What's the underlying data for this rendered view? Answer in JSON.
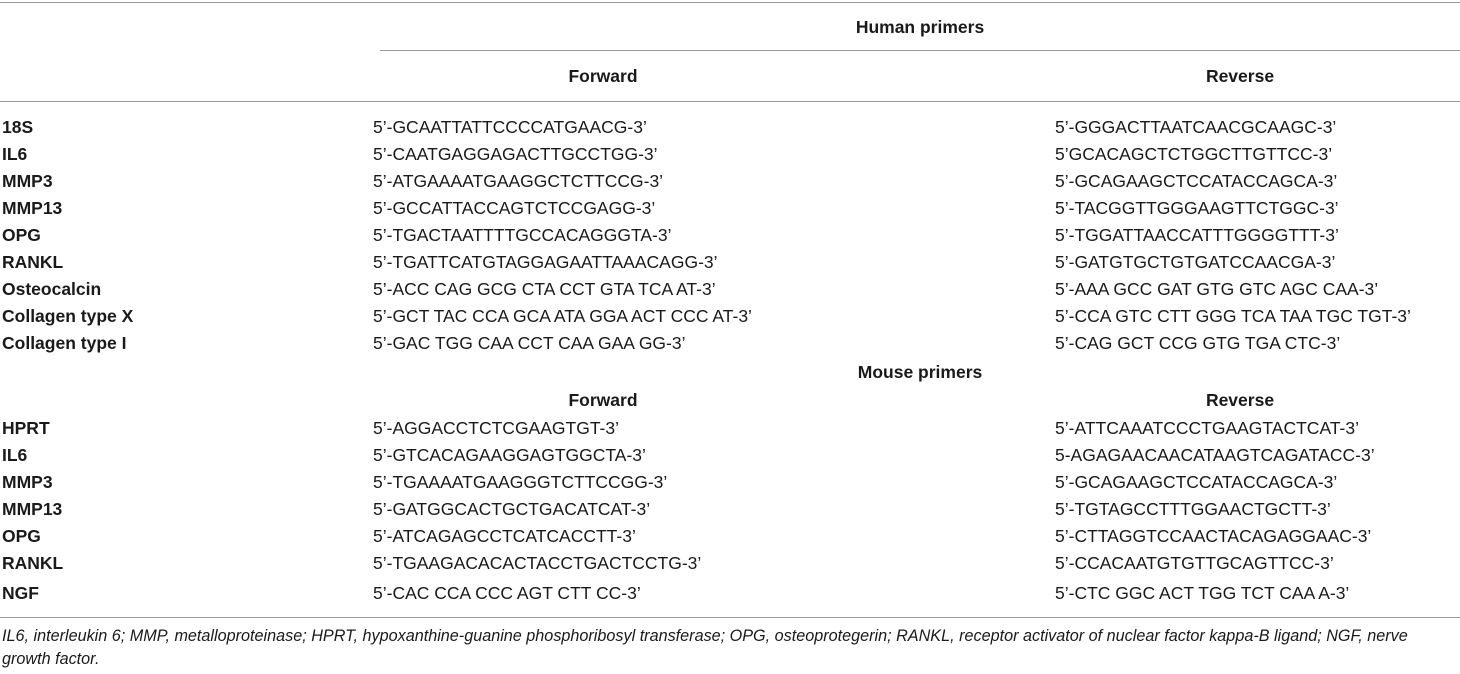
{
  "human": {
    "title": "Human primers",
    "forward_header": "Forward",
    "reverse_header": "Reverse",
    "rows": [
      {
        "gene": "18S",
        "forward": "5’-GCAATTATTCCCCATGAACG-3’",
        "reverse": "5’-GGGACTTAATCAACGCAAGC-3’"
      },
      {
        "gene": "IL6",
        "forward": "5’-CAATGAGGAGACTTGCCTGG-3’",
        "reverse": "5’GCACAGCTCTGGCTTGTTCC-3’"
      },
      {
        "gene": "MMP3",
        "forward": "5’-ATGAAAATGAAGGCTCTTCCG-3’",
        "reverse": "5’-GCAGAAGCTCCATACCAGCA-3’"
      },
      {
        "gene": "MMP13",
        "forward": "5’-GCCATTACCAGTCTCCGAGG-3’",
        "reverse": "5’-TACGGTTGGGAAGTTCTGGC-3’"
      },
      {
        "gene": "OPG",
        "forward": "5’-TGACTAATTTTGCCACAGGGTA-3’",
        "reverse": "5’-TGGATTAACCATTTGGGGTTT-3’"
      },
      {
        "gene": "RANKL",
        "forward": "5’-TGATTCATGTAGGAGAATTAAACAGG-3’",
        "reverse": "5’-GATGTGCTGTGATCCAACGA-3’"
      },
      {
        "gene": "Osteocalcin",
        "forward": "5’-ACC CAG GCG CTA CCT GTA TCA AT-3’",
        "reverse": "5’-AAA GCC GAT GTG GTC AGC CAA-3’"
      },
      {
        "gene": "Collagen type X",
        "forward": "5’-GCT TAC CCA GCA ATA GGA ACT CCC AT-3’",
        "reverse": "5’-CCA GTC CTT GGG TCA TAA TGC TGT-3’"
      },
      {
        "gene": "Collagen type I",
        "forward": "5’-GAC TGG CAA CCT CAA GAA GG-3’",
        "reverse": "5’-CAG GCT CCG GTG TGA CTC-3’"
      }
    ]
  },
  "mouse": {
    "title": "Mouse primers",
    "forward_header": "Forward",
    "reverse_header": "Reverse",
    "rows": [
      {
        "gene": "HPRT",
        "forward": "5’-AGGACCTCTCGAAGTGT-3’",
        "reverse": "5’-ATTCAAATCCCTGAAGTACTCAT-3’"
      },
      {
        "gene": "IL6",
        "forward": "5’-GTCACAGAAGGAGTGGCTA-3’",
        "reverse": "5-AGAGAACAACATAAGTCAGATACC-3’"
      },
      {
        "gene": "MMP3",
        "forward": "5’-TGAAAATGAAGGGTCTTCCGG-3’",
        "reverse": "5’-GCAGAAGCTCCATACCAGCA-3’"
      },
      {
        "gene": "MMP13",
        "forward": "5’-GATGGCACTGCTGACATCAT-3’",
        "reverse": "5’-TGTAGCCTTTGGAACTGCTT-3’"
      },
      {
        "gene": "OPG",
        "forward": "5’-ATCAGAGCCTCATCACCTT-3’",
        "reverse": "5’-CTTAGGTCCAACTACAGAGGAAC-3’"
      },
      {
        "gene": "RANKL",
        "forward": "5’-TGAAGACACACTACCTGACTCCTG-3’",
        "reverse": "5’-CCACAATGTGTTGCAGTTCC-3’"
      },
      {
        "gene": "NGF",
        "forward": "5’-CAC CCA CCC AGT CTT CC-3’",
        "reverse": "5’-CTC GGC ACT TGG TCT CAA A-3’"
      }
    ]
  },
  "footnote": "IL6, interleukin 6; MMP, metalloproteinase; HPRT, hypoxanthine-guanine phosphoribosyl transferase; OPG, osteoprotegerin; RANKL, receptor activator of nuclear factor kappa-B ligand; NGF, nerve growth factor."
}
